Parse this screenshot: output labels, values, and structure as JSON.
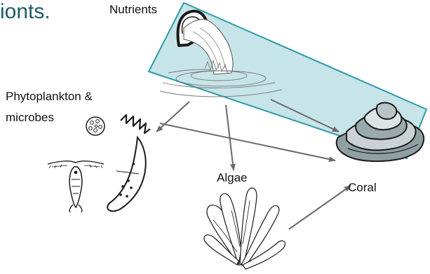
{
  "title_fragment": "ionts.",
  "labels": {
    "nutrients": "Nutrients",
    "phytoplankton_line1": "Phytoplankton &",
    "phytoplankton_line2": "microbes",
    "algae": "Algae",
    "coral": "Coral"
  },
  "colors": {
    "title": "#1d5a66",
    "water_fill": "#c7e4e8",
    "water_border": "#2e9aa9",
    "arrow": "#6a6a6a",
    "ink": "#1a1a1a"
  },
  "icons": [
    "drain-pipe-icon",
    "water-splash-icon",
    "phytoplankton-cell-icon",
    "zigzag-microbe-icon",
    "copepod-icon",
    "crescent-microbe-icon",
    "algae-seaweed-icon",
    "coral-icon"
  ]
}
